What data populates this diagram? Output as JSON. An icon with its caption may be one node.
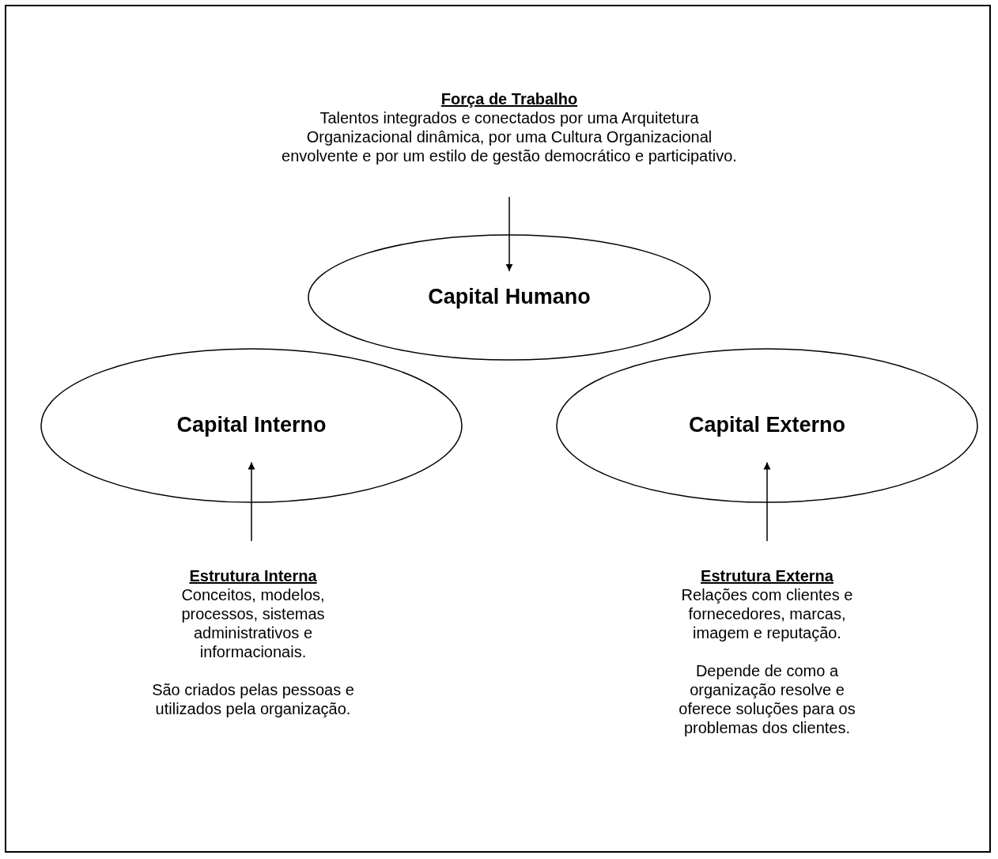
{
  "diagram": {
    "nodes": [
      {
        "text": [
          "Força de Trabalho",
          "Talentos integrados e conectados por uma Arquitetura Organizacional dinâmica, por uma Cultura Organizacional envolvente e por um estilo de gestão democrático e participativo."
        ]
      },
      {
        "text": [
          "Capital Humano"
        ]
      },
      {
        "text": [
          "Capital Interno"
        ]
      },
      {
        "text": [
          "Capital Externo"
        ]
      },
      {
        "text": [
          "Estrutura Interna",
          "Conceitos, modelos, processos, sistemas administrativos e informacionais.",
          "São criados pelas pessoas e utilizados pela organização."
        ]
      },
      {
        "text": [
          "Estrutura Externa",
          "Relações com clientes e fornecedores, marcas, imagem e reputação.",
          "Depende de como a organização resolve e oferece soluções para os problemas dos clientes."
        ]
      }
    ],
    "edges": [
      {
        "from": 0,
        "to": 1,
        "arrow": "to"
      },
      {
        "from": 4,
        "to": 2,
        "arrow": "to"
      },
      {
        "from": 5,
        "to": 3,
        "arrow": "to"
      }
    ]
  }
}
